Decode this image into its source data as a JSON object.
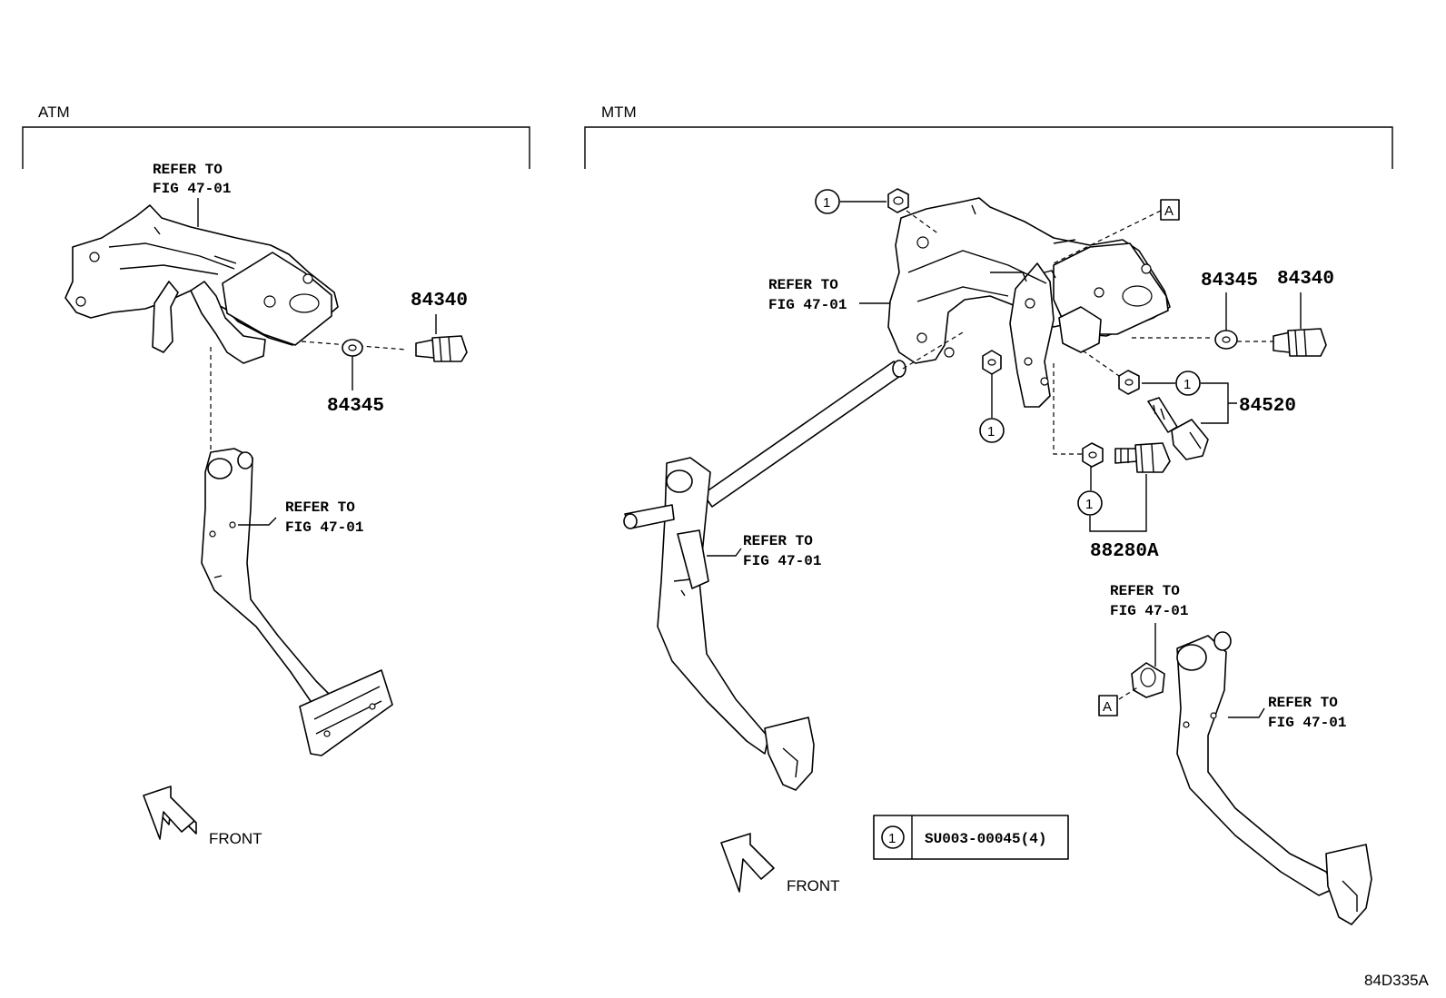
{
  "sections": {
    "atm": {
      "title": "ATM"
    },
    "mtm": {
      "title": "MTM"
    }
  },
  "refer_label": {
    "line1": "REFER TO",
    "line2": "FIG 47-01"
  },
  "parts": {
    "atm_switch": "84340",
    "atm_washer": "84345",
    "mtm_washer": "84345",
    "mtm_switch": "84340",
    "clutch_switch": "84520",
    "sensor": "88280A"
  },
  "callout_mark": "1",
  "ref_marker": "A",
  "front_label": "FRONT",
  "legend": {
    "mark": "1",
    "text": "SU003-00045(4)"
  },
  "diagram_code": "84D335A"
}
